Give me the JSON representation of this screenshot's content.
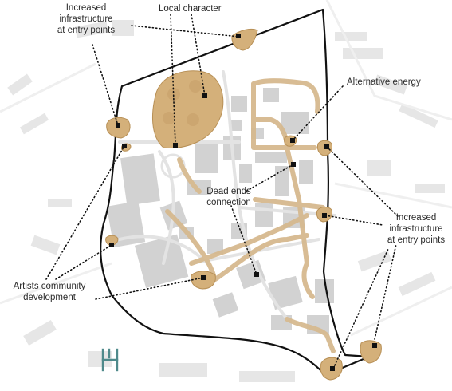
{
  "labels": {
    "infra_top": {
      "line1": "Increased",
      "line2": "infrastructure",
      "line3": "at entry points"
    },
    "local_character": "Local character",
    "alternative_energy": "Alternative energy",
    "dead_ends": {
      "line1": "Dead ends",
      "line2": "connection"
    },
    "infra_right": {
      "line1": "Increased",
      "line2": "infrastructure",
      "line3": "at entry points"
    },
    "artists": {
      "line1": "Artists community",
      "line2": "development"
    }
  },
  "colors": {
    "zone_fill": "#d4b07a",
    "zone_stroke": "#b78f55",
    "path": "#d6b98f",
    "building": "#d2d2d2",
    "street": "#e9e9e9",
    "boundary": "#111111",
    "leader": "#111111",
    "logo": "#4f8a8b"
  },
  "logo": {
    "name": "monogram-logo"
  }
}
